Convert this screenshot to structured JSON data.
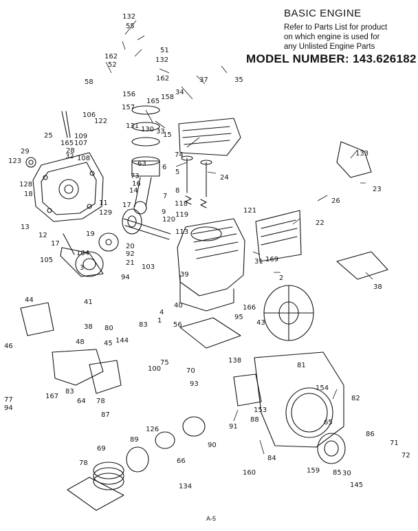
{
  "header": {
    "title": "BASIC ENGINE",
    "line1": "Refer to Parts List for product",
    "line2": "on which engine is used for",
    "line3": "any Unlisted Engine Parts",
    "model": "MODEL NUMBER: 143.626182"
  },
  "footer": {
    "page": "A-5"
  },
  "parts": [
    "132",
    "55",
    "51",
    "162",
    "132",
    "52",
    "58",
    "162",
    "37",
    "35",
    "34",
    "156",
    "165",
    "158",
    "157",
    "15",
    "131",
    "130",
    "33",
    "106",
    "109",
    "122",
    "25",
    "165",
    "108",
    "107",
    "28",
    "123",
    "29",
    "32",
    "74",
    "63",
    "73",
    "16",
    "6",
    "5",
    "24",
    "128",
    "18",
    "14",
    "17",
    "7",
    "8",
    "118",
    "119",
    "133",
    "23",
    "13",
    "12",
    "11",
    "129",
    "9",
    "120",
    "113",
    "121",
    "26",
    "22",
    "17",
    "19",
    "20",
    "92",
    "21",
    "103",
    "104",
    "105",
    "3",
    "94",
    "31",
    "169",
    "2",
    "38",
    "39",
    "40",
    "4",
    "1",
    "166",
    "95",
    "43",
    "44",
    "41",
    "38",
    "45",
    "80",
    "83",
    "56",
    "46",
    "48",
    "75",
    "144",
    "100",
    "70",
    "138",
    "81",
    "83",
    "167",
    "64",
    "78",
    "93",
    "154",
    "82",
    "77",
    "94",
    "65",
    "153",
    "88",
    "87",
    "126",
    "90",
    "91",
    "89",
    "69",
    "66",
    "84",
    "160",
    "159",
    "86",
    "71",
    "72",
    "85",
    "30",
    "145",
    "78",
    "134"
  ]
}
